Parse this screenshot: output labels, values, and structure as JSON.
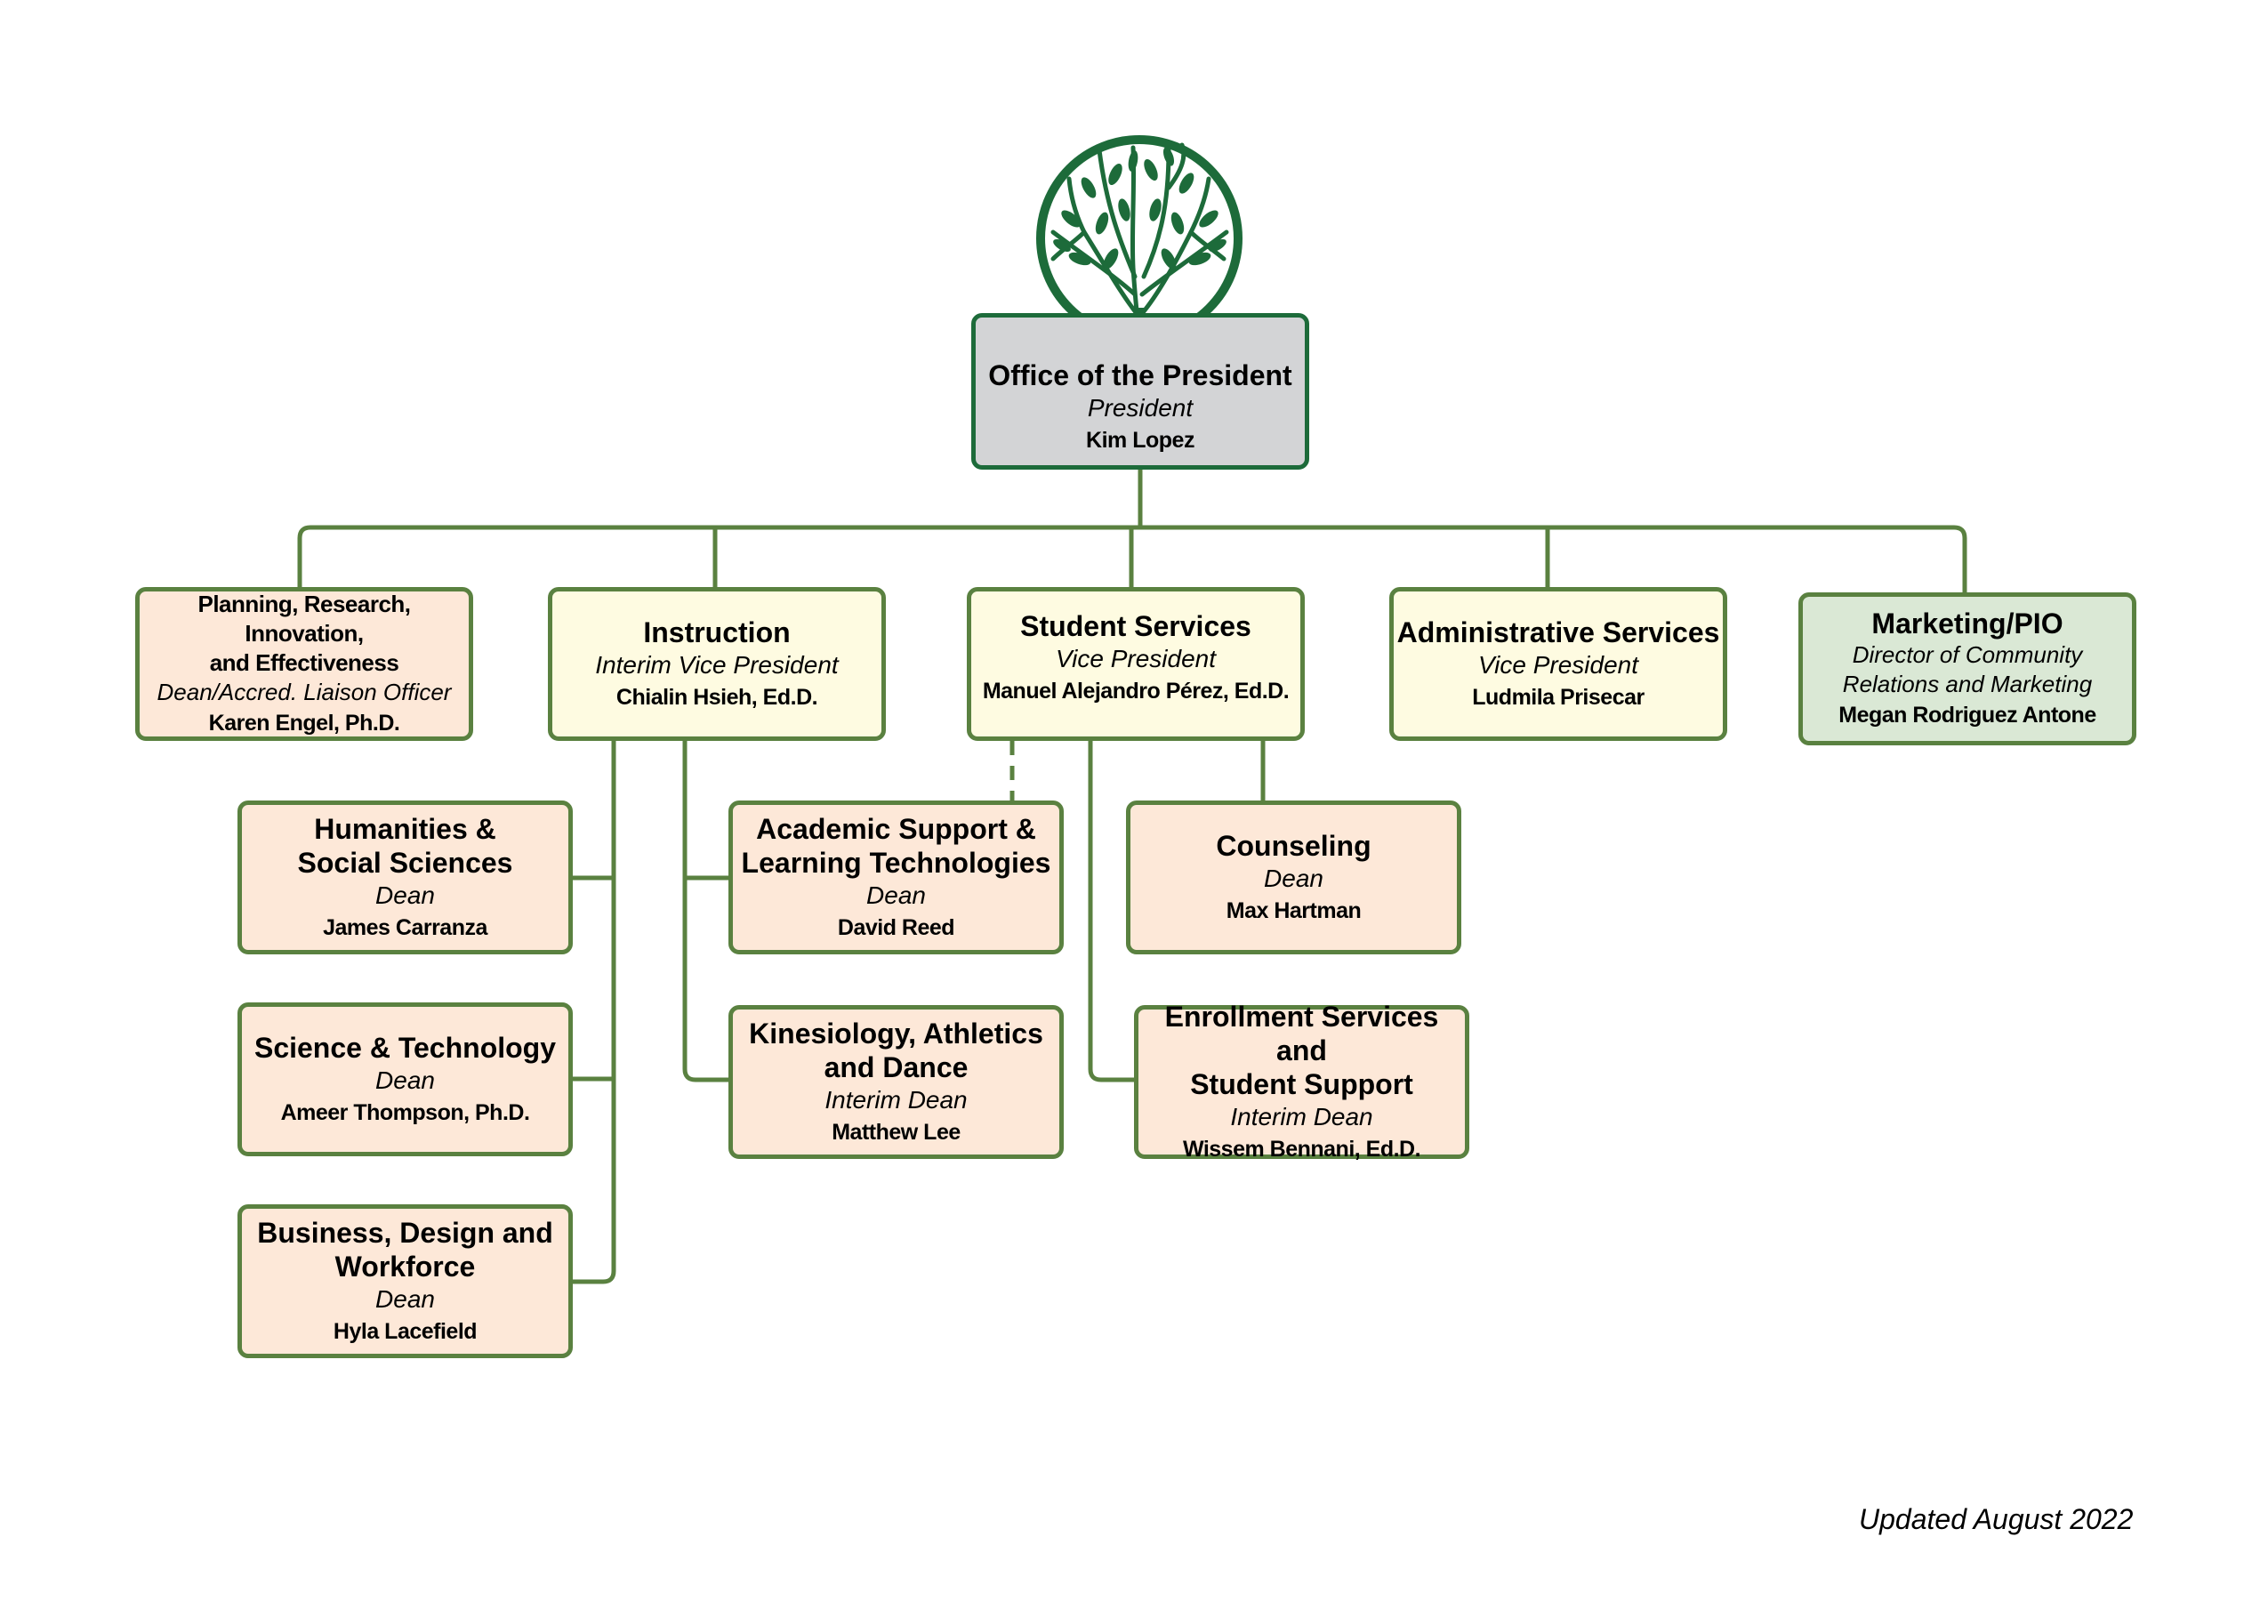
{
  "colors": {
    "connector": "#5a8140",
    "president_border": "#1d6b3a",
    "logo_green": "#1d6b3a",
    "president_fill": "#d3d4d6",
    "dean_fill": "#fde8d8",
    "vp_fill": "#fefbe1",
    "marketing_fill": "#dae8d5"
  },
  "logo": {
    "icon": "tree-logo-icon"
  },
  "president": {
    "unit": "Office of the President",
    "role": "President",
    "name": "Kim Lopez"
  },
  "divisions": [
    {
      "unit_lines": [
        "Planning, Research, Innovation,",
        "and Effectiveness"
      ],
      "role": "Dean/Accred. Liaison Officer",
      "name": "Karen Engel, Ph.D."
    },
    {
      "unit": "Instruction",
      "role": "Interim Vice President",
      "name": "Chialin Hsieh, Ed.D."
    },
    {
      "unit": "Student Services",
      "role": "Vice President",
      "name": "Manuel Alejandro Pérez, Ed.D."
    },
    {
      "unit": "Administrative Services",
      "role": "Vice President",
      "name": "Ludmila Prisecar"
    },
    {
      "unit": "Marketing/PIO",
      "role_lines": [
        "Director of Community",
        "Relations and Marketing"
      ],
      "name": "Megan Rodriguez Antone"
    }
  ],
  "instruction_units": [
    {
      "unit_lines": [
        "Humanities &",
        "Social Sciences"
      ],
      "role": "Dean",
      "name": "James Carranza"
    },
    {
      "unit_lines": [
        "Science & Technology"
      ],
      "role": "Dean",
      "name": "Ameer Thompson, Ph.D."
    },
    {
      "unit_lines": [
        "Business, Design and",
        "Workforce"
      ],
      "role": "Dean",
      "name": "Hyla Lacefield"
    },
    {
      "unit_lines": [
        "Academic Support &",
        "Learning Technologies"
      ],
      "role": "Dean",
      "name": "David Reed"
    },
    {
      "unit_lines": [
        "Kinesiology, Athletics",
        "and Dance"
      ],
      "role": "Interim Dean",
      "name": "Matthew Lee"
    }
  ],
  "student_services_units": [
    {
      "unit_lines": [
        "Counseling"
      ],
      "role": "Dean",
      "name": "Max Hartman"
    },
    {
      "unit_lines": [
        "Enrollment Services and",
        "Student Support"
      ],
      "role": "Interim Dean",
      "name": "Wissem Bennani, Ed.D."
    }
  ],
  "relationships": [
    {
      "from": "Office of the President",
      "to": "Planning, Research, Innovation, and Effectiveness",
      "style": "solid"
    },
    {
      "from": "Office of the President",
      "to": "Instruction",
      "style": "solid"
    },
    {
      "from": "Office of the President",
      "to": "Student Services",
      "style": "solid"
    },
    {
      "from": "Office of the President",
      "to": "Administrative Services",
      "style": "solid"
    },
    {
      "from": "Office of the President",
      "to": "Marketing/PIO",
      "style": "solid"
    },
    {
      "from": "Instruction",
      "to": "Humanities & Social Sciences",
      "style": "solid"
    },
    {
      "from": "Instruction",
      "to": "Science & Technology",
      "style": "solid"
    },
    {
      "from": "Instruction",
      "to": "Business, Design and Workforce",
      "style": "solid"
    },
    {
      "from": "Instruction",
      "to": "Academic Support & Learning Technologies",
      "style": "solid"
    },
    {
      "from": "Instruction",
      "to": "Kinesiology, Athletics and Dance",
      "style": "solid"
    },
    {
      "from": "Student Services",
      "to": "Academic Support & Learning Technologies",
      "style": "dashed"
    },
    {
      "from": "Student Services",
      "to": "Counseling",
      "style": "solid"
    },
    {
      "from": "Student Services",
      "to": "Enrollment Services and Student Support",
      "style": "solid"
    }
  ],
  "footer": {
    "updated": "Updated August 2022"
  }
}
